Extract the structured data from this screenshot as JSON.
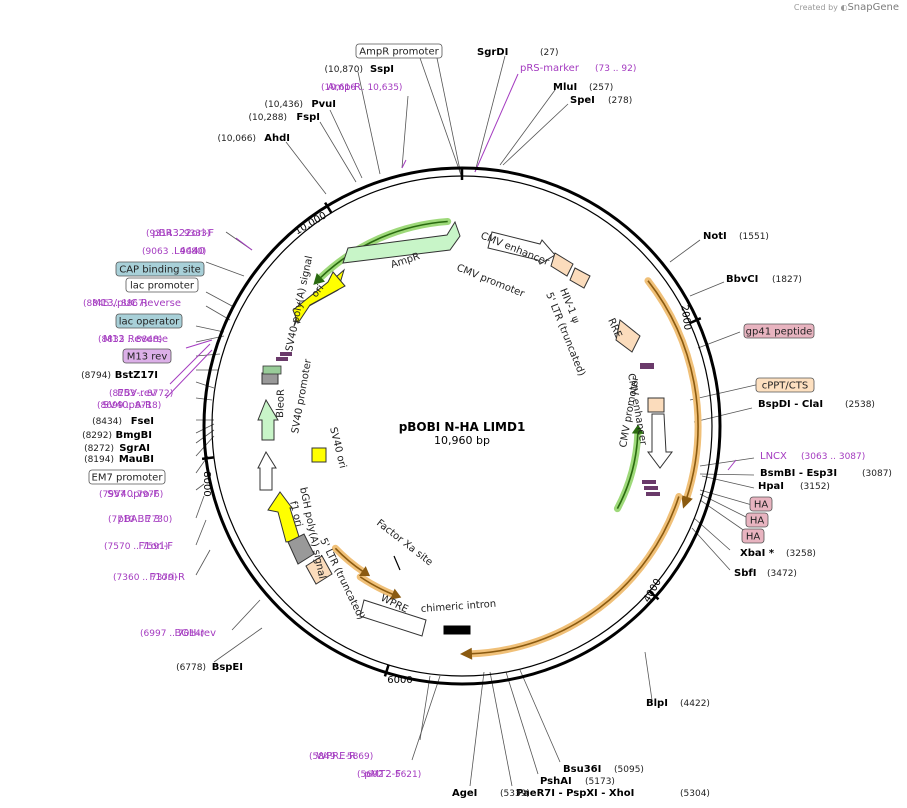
{
  "watermark": {
    "created_by": "Created by",
    "brand": "SnapGene"
  },
  "plasmid": {
    "name": "pBOBI N-HA LIMD1",
    "length": "10,960 bp"
  },
  "ticks": [
    "2000",
    "4000",
    "6000",
    "8000",
    "10,000"
  ],
  "enzymes_right": [
    {
      "name": "SgrDI",
      "pos": "(27)"
    },
    {
      "name": "MluI",
      "pos": "(257)"
    },
    {
      "name": "SpeI",
      "pos": "(278)"
    },
    {
      "name": "NotI",
      "pos": "(1551)"
    },
    {
      "name": "BbvCI",
      "pos": "(1827)"
    },
    {
      "name": "BspDI  - ClaI",
      "pos": "(2538)"
    },
    {
      "name": "BsmBI  - Esp3I",
      "pos": "(3087)"
    },
    {
      "name": "HpaI",
      "pos": "(3152)"
    },
    {
      "name": "XbaI *",
      "pos": "(3258)"
    },
    {
      "name": "SbfI",
      "pos": "(3472)"
    },
    {
      "name": "BlpI",
      "pos": "(4422)"
    },
    {
      "name": "Bsu36I",
      "pos": "(5095)"
    },
    {
      "name": "PshAI",
      "pos": "(5173)"
    },
    {
      "name": "PaeR7I  - PspXI  - XhoI",
      "pos": "(5304)"
    },
    {
      "name": "AgeI",
      "pos": "(5339)"
    }
  ],
  "enzymes_left": [
    {
      "name": "SspI",
      "pos": "(10,870)"
    },
    {
      "name": "PvuI",
      "pos": "(10,436)"
    },
    {
      "name": "FspI",
      "pos": "(10,288)"
    },
    {
      "name": "AhdI",
      "pos": "(10,066)"
    },
    {
      "name": "BstZ17I",
      "pos": "(8794)"
    },
    {
      "name": "FseI",
      "pos": "(8434)"
    },
    {
      "name": "BmgBI",
      "pos": "(8292)"
    },
    {
      "name": "SgrAI",
      "pos": "(8272)"
    },
    {
      "name": "MauBI",
      "pos": "(8194)"
    },
    {
      "name": "BspEI",
      "pos": "(6778)"
    }
  ],
  "primers": [
    {
      "name": "pRS-marker",
      "pos": "(73 .. 92)"
    },
    {
      "name": "Amp-R",
      "pos": "(10,616 .. 10,635)"
    },
    {
      "name": "pBR322ori-F",
      "pos": "(9314 .. 9333)"
    },
    {
      "name": "L4440",
      "pos": "(9063 .. 9080)"
    },
    {
      "name": "M13/pUC Reverse",
      "pos": "(8845 .. 8867)"
    },
    {
      "name": "M13 Reverse",
      "pos": "(8832 .. 8848)"
    },
    {
      "name": "EBV-rev",
      "pos": "(8753 .. 8772)"
    },
    {
      "name": "SV40pA-R",
      "pos": "(8699 .. 8718)"
    },
    {
      "name": "SV40pro-F",
      "pos": "(7957 .. 7976)"
    },
    {
      "name": "pBABE 3'",
      "pos": "(7710 .. 7730)"
    },
    {
      "name": "F1ori-F",
      "pos": "(7570 .. 7591)"
    },
    {
      "name": "F1ori-R",
      "pos": "(7360 .. 7379)"
    },
    {
      "name": "BGH-rev",
      "pos": "(6997 .. 7014)"
    },
    {
      "name": "WPRE-R",
      "pos": "(5849 .. 5869)"
    },
    {
      "name": "pMT2-F",
      "pos": "(5602 .. 5621)"
    },
    {
      "name": "LNCX",
      "pos": "(3063 .. 3087)"
    }
  ],
  "boxed_labels": [
    {
      "text": "AmpR promoter"
    },
    {
      "text": "CAP binding site"
    },
    {
      "text": "lac promoter"
    },
    {
      "text": "lac operator"
    },
    {
      "text": "M13 rev"
    },
    {
      "text": "EM7 promoter"
    },
    {
      "text": "gp41 peptide"
    },
    {
      "text": "cPPT/CTS"
    },
    {
      "text": "HA"
    },
    {
      "text": "HA"
    },
    {
      "text": "HA"
    }
  ],
  "features": [
    {
      "text": "AmpR"
    },
    {
      "text": "ori"
    },
    {
      "text": "CMV enhancer"
    },
    {
      "text": "CMV promoter"
    },
    {
      "text": "HIV-1 ψ"
    },
    {
      "text": "5' LTR (truncated)"
    },
    {
      "text": "RRE"
    },
    {
      "text": "CMV enhancer"
    },
    {
      "text": "CMV promoter"
    },
    {
      "text": "SV40 poly(A) signal"
    },
    {
      "text": "BleoR"
    },
    {
      "text": "SV40 promoter"
    },
    {
      "text": "SV40 ori"
    },
    {
      "text": "bGH poly(A) signal"
    },
    {
      "text": "f1 ori"
    },
    {
      "text": "5' LTR (truncated)"
    },
    {
      "text": "Factor Xa site"
    },
    {
      "text": "WPRE"
    },
    {
      "text": "chimeric intron"
    }
  ],
  "colors": {
    "ring": "#000000",
    "primer": "#a43bc0",
    "ampr": "#c8f5c8",
    "ori": "#ffff00",
    "orange_arc": "#f0c078",
    "orange_stroke": "#8a5a10",
    "green_arc": "#9ed97a",
    "green_stroke": "#2a6a10",
    "box_blue": "#a8d0d8",
    "box_pink": "#e8b4c0",
    "box_purple": "#dcb0e8",
    "box_peach": "#fde0c0",
    "ltr": "#fbdcbc",
    "grey": "#999999"
  }
}
